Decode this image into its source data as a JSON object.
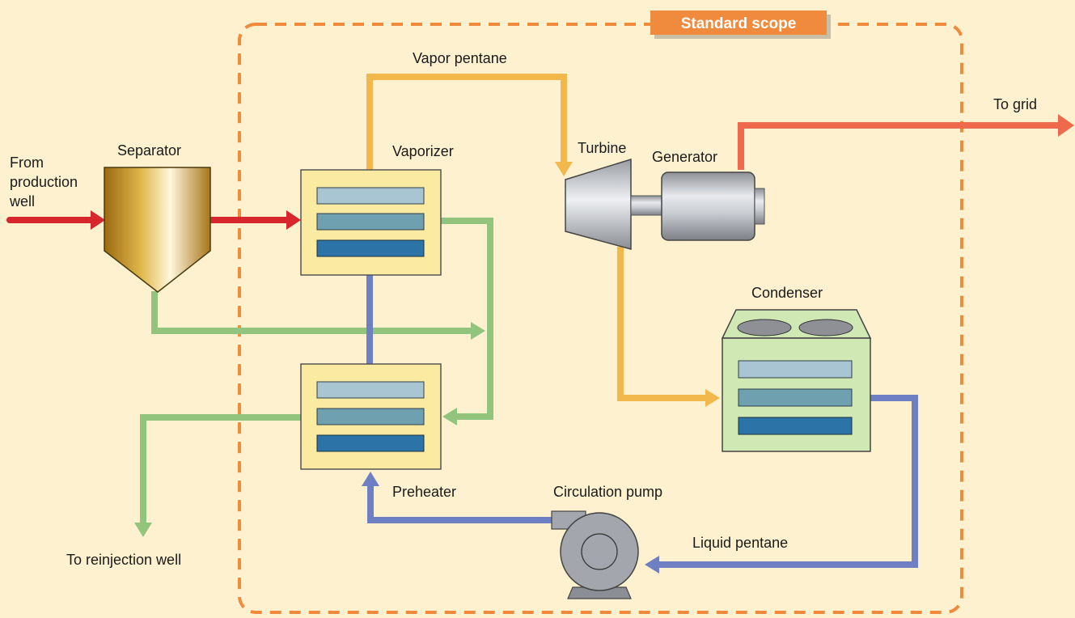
{
  "title": "Standard scope",
  "labels": {
    "from_production_line1": "From",
    "from_production_line2": "production",
    "from_production_line3": "well",
    "separator": "Separator",
    "vaporizer": "Vaporizer",
    "vapor_pentane": "Vapor pentane",
    "turbine": "Turbine",
    "generator": "Generator",
    "to_grid": "To grid",
    "condenser": "Condenser",
    "preheater": "Preheater",
    "circulation_pump": "Circulation pump",
    "liquid_pentane": "Liquid pentane",
    "to_reinjection": "To reinjection well"
  },
  "colors": {
    "background": "#fdf1cf",
    "scope_border": "#f08a3c",
    "geothermal_fluid": "#d7262e",
    "brine": "#93c47d",
    "vapor_pentane": "#f2b84b",
    "liquid_pentane": "#6f7fc4",
    "power": "#ef6a4c",
    "heat_exchanger": "#fbeaa2",
    "condenser_body": "#cfe8b4"
  }
}
